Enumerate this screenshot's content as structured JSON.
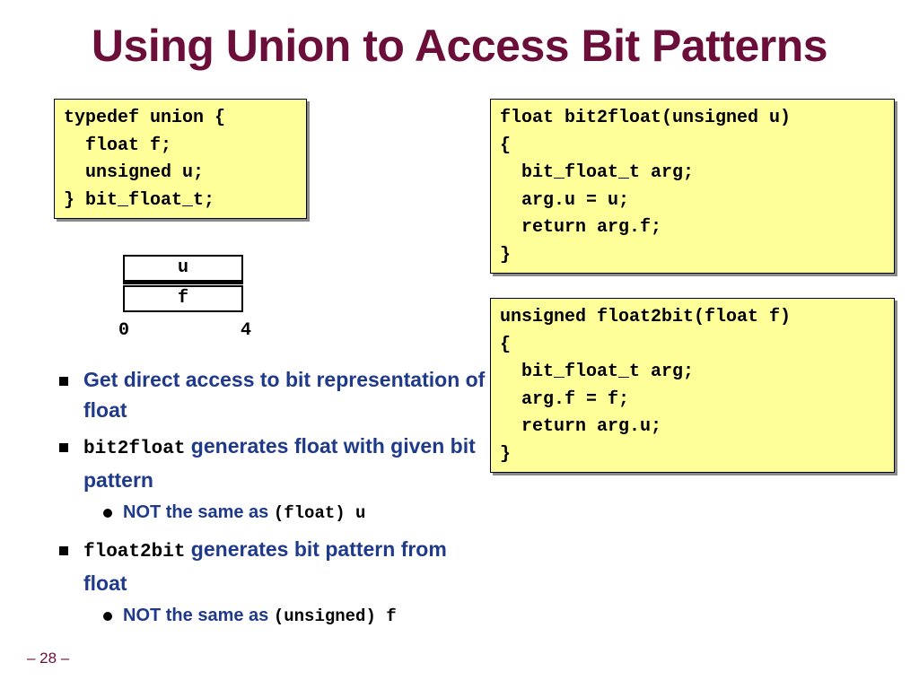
{
  "title": "Using Union to Access Bit Patterns",
  "code_union": [
    "typedef union {",
    "  float f;",
    "  unsigned u;",
    "} bit_float_t;"
  ],
  "code_bit2float": [
    "float bit2float(unsigned u)",
    "{",
    "  bit_float_t arg;",
    "  arg.u = u;",
    "  return arg.f;",
    "}"
  ],
  "code_float2bit": [
    "unsigned float2bit(float f)",
    "{",
    "  bit_float_t arg;",
    "  arg.f = f;",
    "  return arg.u;",
    "}"
  ],
  "memory_diagram": {
    "top_label": "u",
    "bottom_label": "f",
    "offset_start": "0",
    "offset_end": "4"
  },
  "bullets": {
    "b1_text": "Get direct access to bit representation of float",
    "b2_code": "bit2float",
    "b2_text": " generates float with given bit pattern",
    "b2_sub_text": "NOT the same as ",
    "b2_sub_code": "(float) u",
    "b3_code": "float2bit",
    "b3_text": " generates bit pattern from float",
    "b3_sub_text": "NOT the same as ",
    "b3_sub_code": "(unsigned) f"
  },
  "page_number": "– 28 –",
  "colors": {
    "title": "#6b0f3a",
    "bullet_text": "#1f3a8a",
    "code_background": "#ffff99"
  }
}
